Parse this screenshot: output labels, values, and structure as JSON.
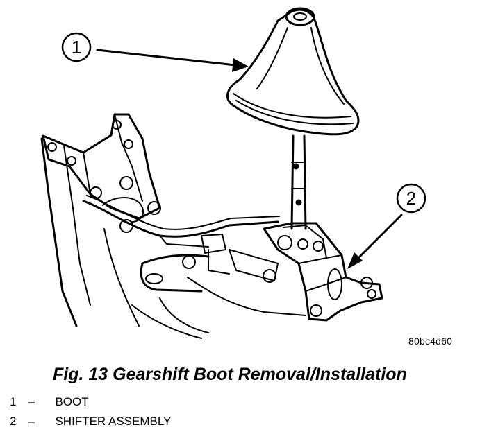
{
  "figure": {
    "caption": "Fig. 13 Gearshift Boot Removal/Installation",
    "image_code": "80bc4d60"
  },
  "callouts": [
    {
      "number": "1",
      "label": "BOOT"
    },
    {
      "number": "2",
      "label": "SHIFTER ASSEMBLY"
    }
  ],
  "legend_separator": "–"
}
